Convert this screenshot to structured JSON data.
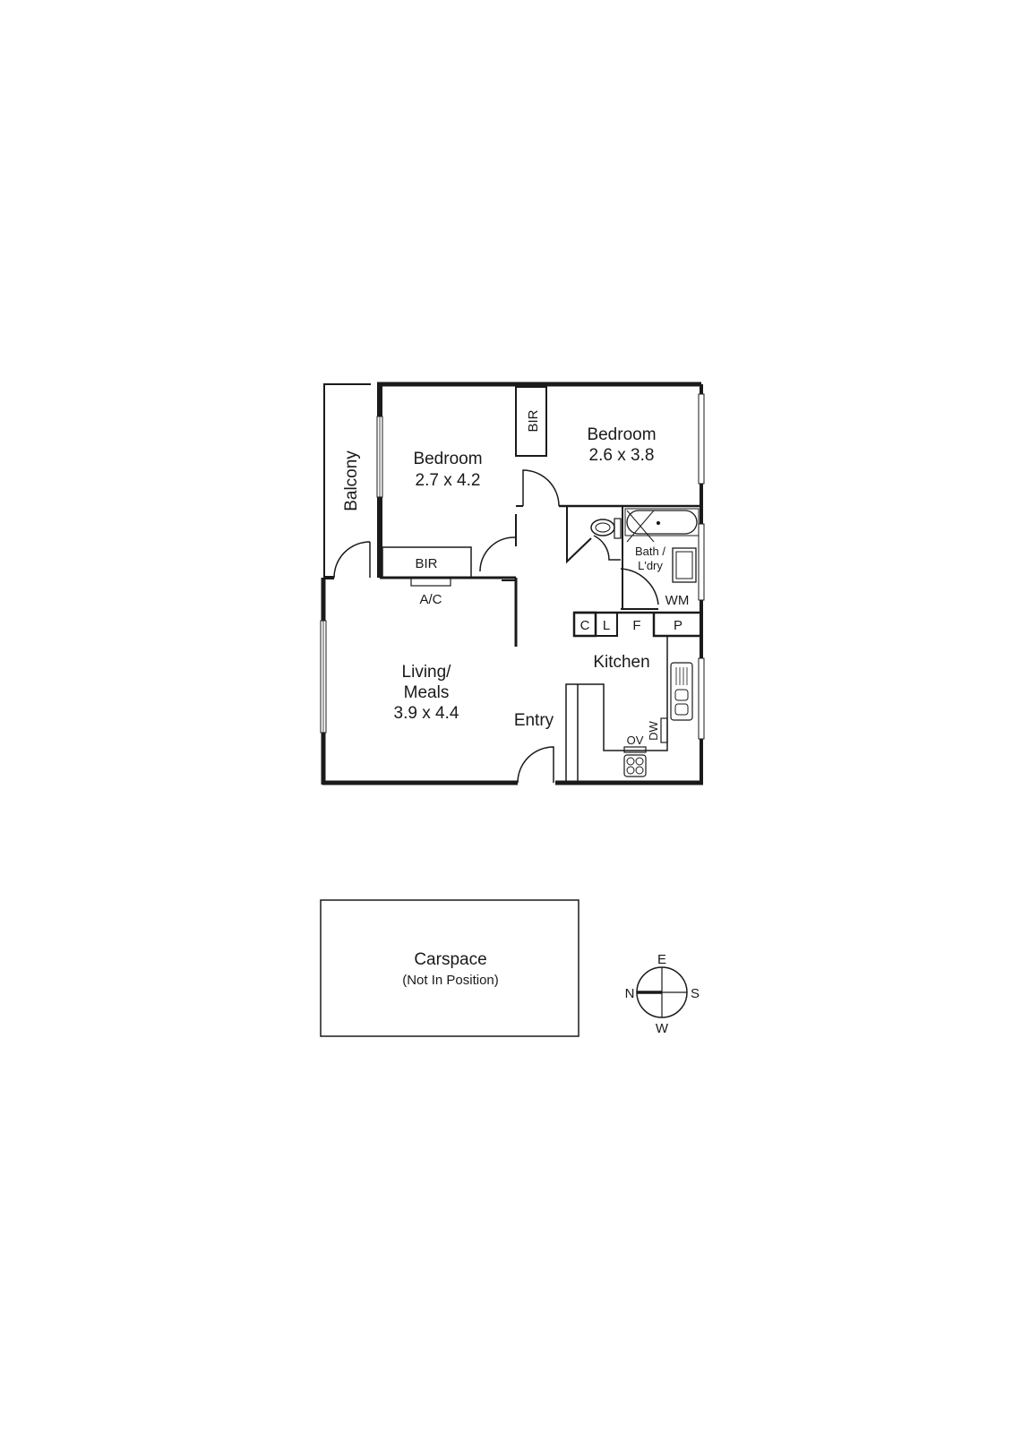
{
  "floorplan": {
    "rooms": {
      "balcony": "Balcony",
      "bedroom1_name": "Bedroom",
      "bedroom1_size": "2.7 x 4.2",
      "bir1": "BIR",
      "ac": "A/C",
      "bedroom2_name": "Bedroom",
      "bedroom2_size": "2.6 x 3.8",
      "bir2": "BIR",
      "bath_line1": "Bath /",
      "bath_line2": "L'dry",
      "wm": "WM",
      "kitchen": "Kitchen",
      "c": "C",
      "l": "L",
      "f": "F",
      "p": "P",
      "dw": "DW",
      "ov": "OV",
      "living_line1": "Living/",
      "living_line2": "Meals",
      "living_size": "3.9 x 4.4",
      "entry": "Entry"
    },
    "carspace": {
      "title": "Carspace",
      "subtitle": "(Not In Position)"
    },
    "compass": {
      "north": "N",
      "east": "E",
      "south": "S",
      "west": "W"
    },
    "colors": {
      "wall": "#1a1a1a",
      "background": "#ffffff"
    }
  }
}
